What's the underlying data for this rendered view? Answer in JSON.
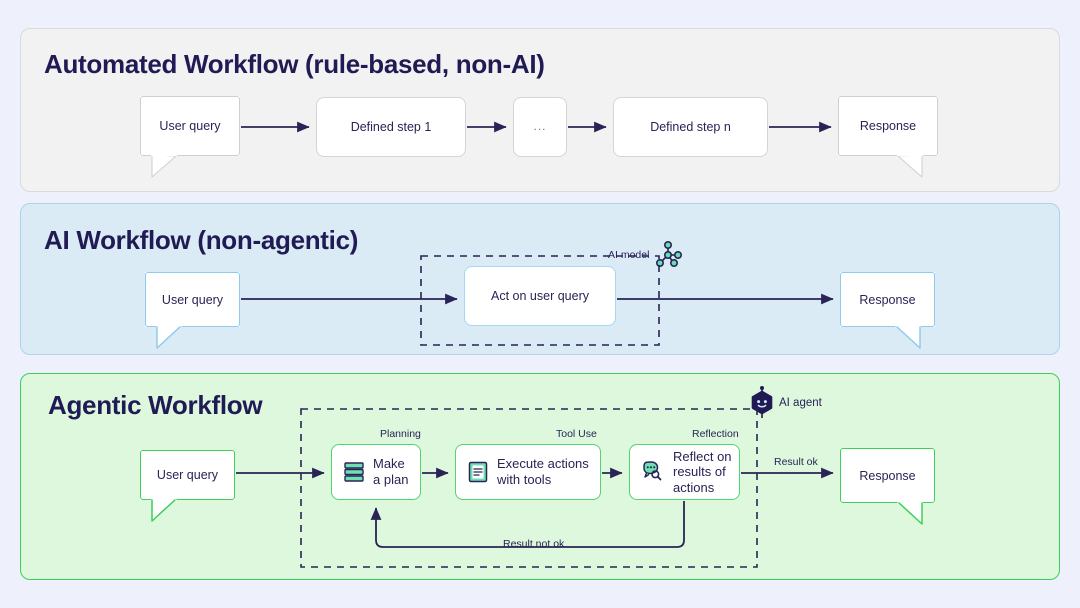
{
  "page": {
    "background": "#eef1fb",
    "ink": "#201b55"
  },
  "panels": [
    {
      "id": "automated",
      "title": "Automated Workflow (rule-based, non-AI)",
      "background": "#f2f2f2",
      "accent": "#d9d9de",
      "nodes": [
        {
          "name": "user-query",
          "label": "User query",
          "kind": "bubble"
        },
        {
          "name": "defined-step-1",
          "label": "Defined step 1",
          "kind": "box"
        },
        {
          "name": "ellipsis-step",
          "label": "...",
          "kind": "box"
        },
        {
          "name": "defined-step-n",
          "label": "Defined step n",
          "kind": "box"
        },
        {
          "name": "response",
          "label": "Response",
          "kind": "bubble"
        }
      ]
    },
    {
      "id": "ai-workflow",
      "title": "AI Workflow (non-agentic)",
      "background": "#daebf5",
      "accent": "#a9d4ea",
      "badge": {
        "label": "AI model",
        "icon": "ai-model-node-graph-icon"
      },
      "nodes": [
        {
          "name": "user-query",
          "label": "User query",
          "kind": "bubble"
        },
        {
          "name": "act-on-user-query",
          "label": "Act on user query",
          "kind": "box"
        },
        {
          "name": "response",
          "label": "Response",
          "kind": "bubble"
        }
      ]
    },
    {
      "id": "agentic",
      "title": "Agentic Workflow",
      "background": "#ddf8dd",
      "accent": "#3ecf5a",
      "badge": {
        "label": "AI agent",
        "icon": "ai-agent-robot-hexagon-icon"
      },
      "nodes": [
        {
          "name": "user-query",
          "label": "User query",
          "kind": "bubble"
        },
        {
          "name": "make-a-plan",
          "label": "Make a plan",
          "caption": "Planning",
          "icon": "layers-stack-icon",
          "kind": "stepbox"
        },
        {
          "name": "execute-actions-with-tools",
          "label": "Execute actions with tools",
          "caption": "Tool Use",
          "icon": "document-lines-icon",
          "kind": "stepbox"
        },
        {
          "name": "reflect-on-results-of-actions",
          "label": "Reflect on results of actions",
          "caption": "Reflection",
          "icon": "chat-bubble-search-icon",
          "kind": "stepbox"
        },
        {
          "name": "response",
          "label": "Response",
          "kind": "bubble"
        }
      ],
      "edge_labels": {
        "result_ok": "Result ok",
        "result_not_ok": "Result not ok"
      }
    }
  ]
}
